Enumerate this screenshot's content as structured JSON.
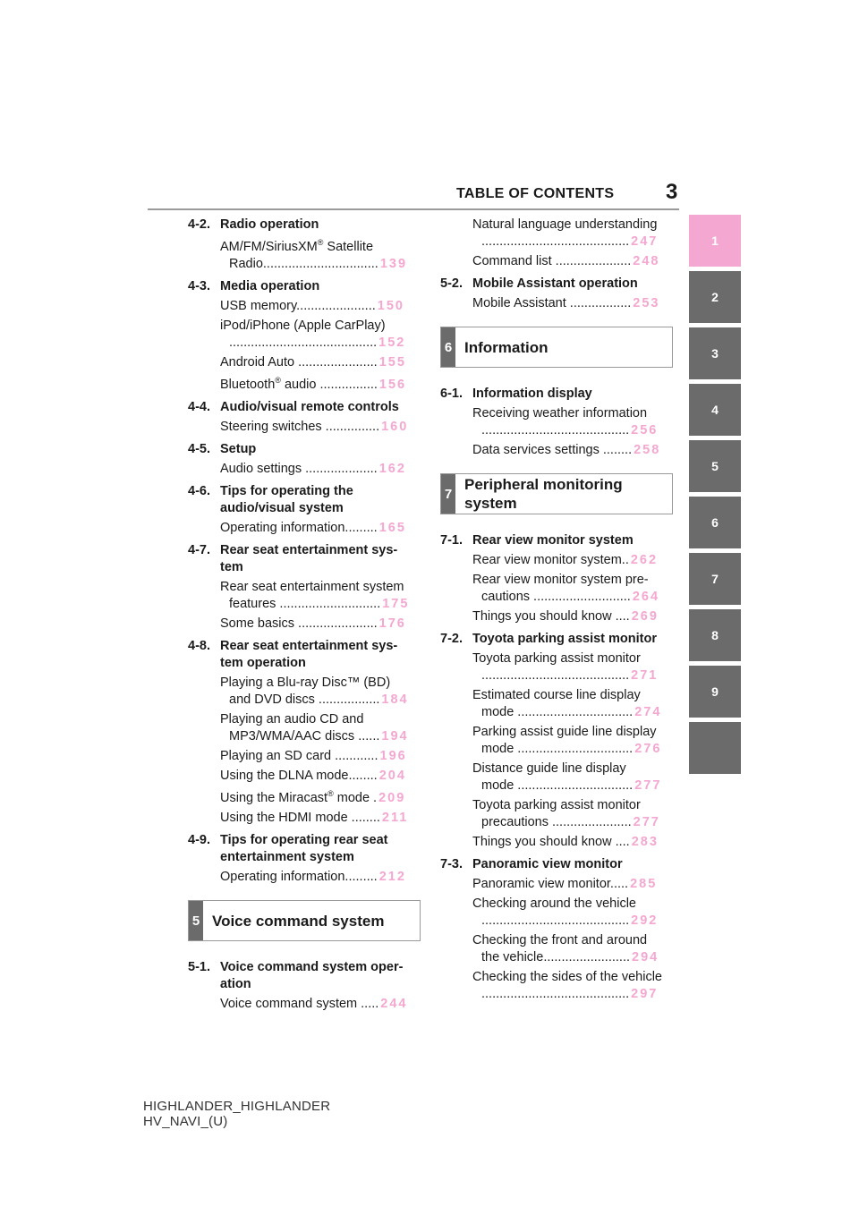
{
  "header": {
    "title": "TABLE OF CONTENTS",
    "page_number": "3"
  },
  "left": {
    "s42": {
      "num": "4-2.",
      "title": "Radio operation"
    },
    "e_radio": {
      "pre": "AM/FM/SiriusXM",
      "sup": "®",
      "post": " Satellite",
      "line2": "Radio................................",
      "page": "139"
    },
    "s43": {
      "num": "4-3.",
      "title": "Media operation"
    },
    "e_usb": {
      "text": "USB memory......................",
      "page": "150"
    },
    "e_ipod": {
      "text": "iPod/iPhone (Apple CarPlay)",
      "line2": ".........................................",
      "page": "152"
    },
    "e_android": {
      "text": "Android Auto ......................",
      "page": "155"
    },
    "e_bt": {
      "pre": "Bluetooth",
      "sup": "®",
      "post": " audio ................",
      "page": "156"
    },
    "s44": {
      "num": "4-4.",
      "title": "Audio/visual remote controls"
    },
    "e_steer": {
      "text": "Steering switches ...............",
      "page": "160"
    },
    "s45": {
      "num": "4-5.",
      "title": "Setup"
    },
    "e_audio": {
      "text": "Audio settings ....................",
      "page": "162"
    },
    "s46": {
      "num": "4-6.",
      "title": "Tips for operating the",
      "title2": "audio/visual system"
    },
    "e_opinfo1": {
      "text": "Operating information.........",
      "page": "165"
    },
    "s47": {
      "num": "4-7.",
      "title": "Rear seat entertainment sys-",
      "title2": "tem"
    },
    "e_rsefeat": {
      "text": "Rear seat entertainment system",
      "line2": "features ............................",
      "page": "175"
    },
    "e_basics": {
      "text": "Some basics ......................",
      "page": "176"
    },
    "s48": {
      "num": "4-8.",
      "title": "Rear seat entertainment sys-",
      "title2": "tem operation"
    },
    "e_bluray": {
      "text": "Playing a Blu-ray Disc™ (BD)",
      "line2": "and DVD discs .................",
      "page": "184"
    },
    "e_cd": {
      "text": "Playing an audio CD and",
      "line2": "MP3/WMA/AAC discs ......",
      "page": "194"
    },
    "e_sd": {
      "text": "Playing an SD card ............",
      "page": "196"
    },
    "e_dlna": {
      "text": "Using the DLNA mode........",
      "page": "204"
    },
    "e_miracast": {
      "pre": "Using the Miracast",
      "sup": "®",
      "post": " mode .",
      "page": "209"
    },
    "e_hdmi": {
      "text": "Using the HDMI mode ........",
      "page": "211"
    },
    "s49": {
      "num": "4-9.",
      "title": "Tips for operating rear seat",
      "title2": "entertainment system"
    },
    "e_opinfo2": {
      "text": "Operating information.........",
      "page": "212"
    },
    "box5": {
      "num": "5",
      "title": "Voice command system"
    },
    "s51": {
      "num": "5-1.",
      "title": "Voice command system oper-",
      "title2": "ation"
    },
    "e_voice": {
      "text": "Voice command system .....",
      "page": "244"
    }
  },
  "right": {
    "e_natural": {
      "text": "Natural language understanding",
      "line2": ".........................................",
      "page": "247"
    },
    "e_cmdlist": {
      "text": "Command list .....................",
      "page": "248"
    },
    "s52": {
      "num": "5-2.",
      "title": "Mobile Assistant operation"
    },
    "e_mobile": {
      "text": "Mobile Assistant .................",
      "page": "253"
    },
    "box6": {
      "num": "6",
      "title": "Information"
    },
    "s61": {
      "num": "6-1.",
      "title": "Information display"
    },
    "e_weather": {
      "text": "Receiving weather information",
      "line2": ".........................................",
      "page": "256"
    },
    "e_dataserv": {
      "text": "Data services settings ........",
      "page": "258"
    },
    "box7": {
      "num": "7",
      "title": "Peripheral monitoring",
      "title2": "system"
    },
    "s71": {
      "num": "7-1.",
      "title": "Rear view monitor system"
    },
    "e_rvm": {
      "text": "Rear view monitor system..",
      "page": "262"
    },
    "e_rvmprec": {
      "text": "Rear view monitor system pre-",
      "line2": "cautions ...........................",
      "page": "264"
    },
    "e_know1": {
      "text": "Things you should know ....",
      "page": "269"
    },
    "s72": {
      "num": "7-2.",
      "title": "Toyota parking assist monitor"
    },
    "e_tpam": {
      "text": "Toyota parking assist monitor",
      "line2": ".........................................",
      "page": "271"
    },
    "e_course": {
      "text": "Estimated course line display",
      "line2": "mode ................................",
      "page": "274"
    },
    "e_guide": {
      "text": "Parking assist guide line display",
      "line2": "mode ................................",
      "page": "276"
    },
    "e_distance": {
      "text": "Distance guide line display",
      "line2": "mode ................................",
      "page": "277"
    },
    "e_tpamprec": {
      "text": "Toyota parking assist monitor",
      "line2": "precautions ......................",
      "page": "277"
    },
    "e_know2": {
      "text": "Things you should know ....",
      "page": "283"
    },
    "s73": {
      "num": "7-3.",
      "title": "Panoramic view monitor"
    },
    "e_pvm": {
      "text": "Panoramic view monitor.....",
      "page": "285"
    },
    "e_around": {
      "text": "Checking around the vehicle",
      "line2": ".........................................",
      "page": "292"
    },
    "e_front": {
      "text": "Checking the front and around",
      "line2": "the vehicle........................",
      "page": "294"
    },
    "e_sides": {
      "text": "Checking the sides of the vehicle",
      "line2": ".........................................",
      "page": "297"
    }
  },
  "tabs": [
    "1",
    "2",
    "3",
    "4",
    "5",
    "6",
    "7",
    "8",
    "9",
    ""
  ],
  "footer": {
    "line1": "HIGHLANDER_HIGHLANDER",
    "line2": "HV_NAVI_(U)"
  },
  "colors": {
    "accent": "#f4a7d0",
    "tab_gray": "#6b6b6b"
  }
}
